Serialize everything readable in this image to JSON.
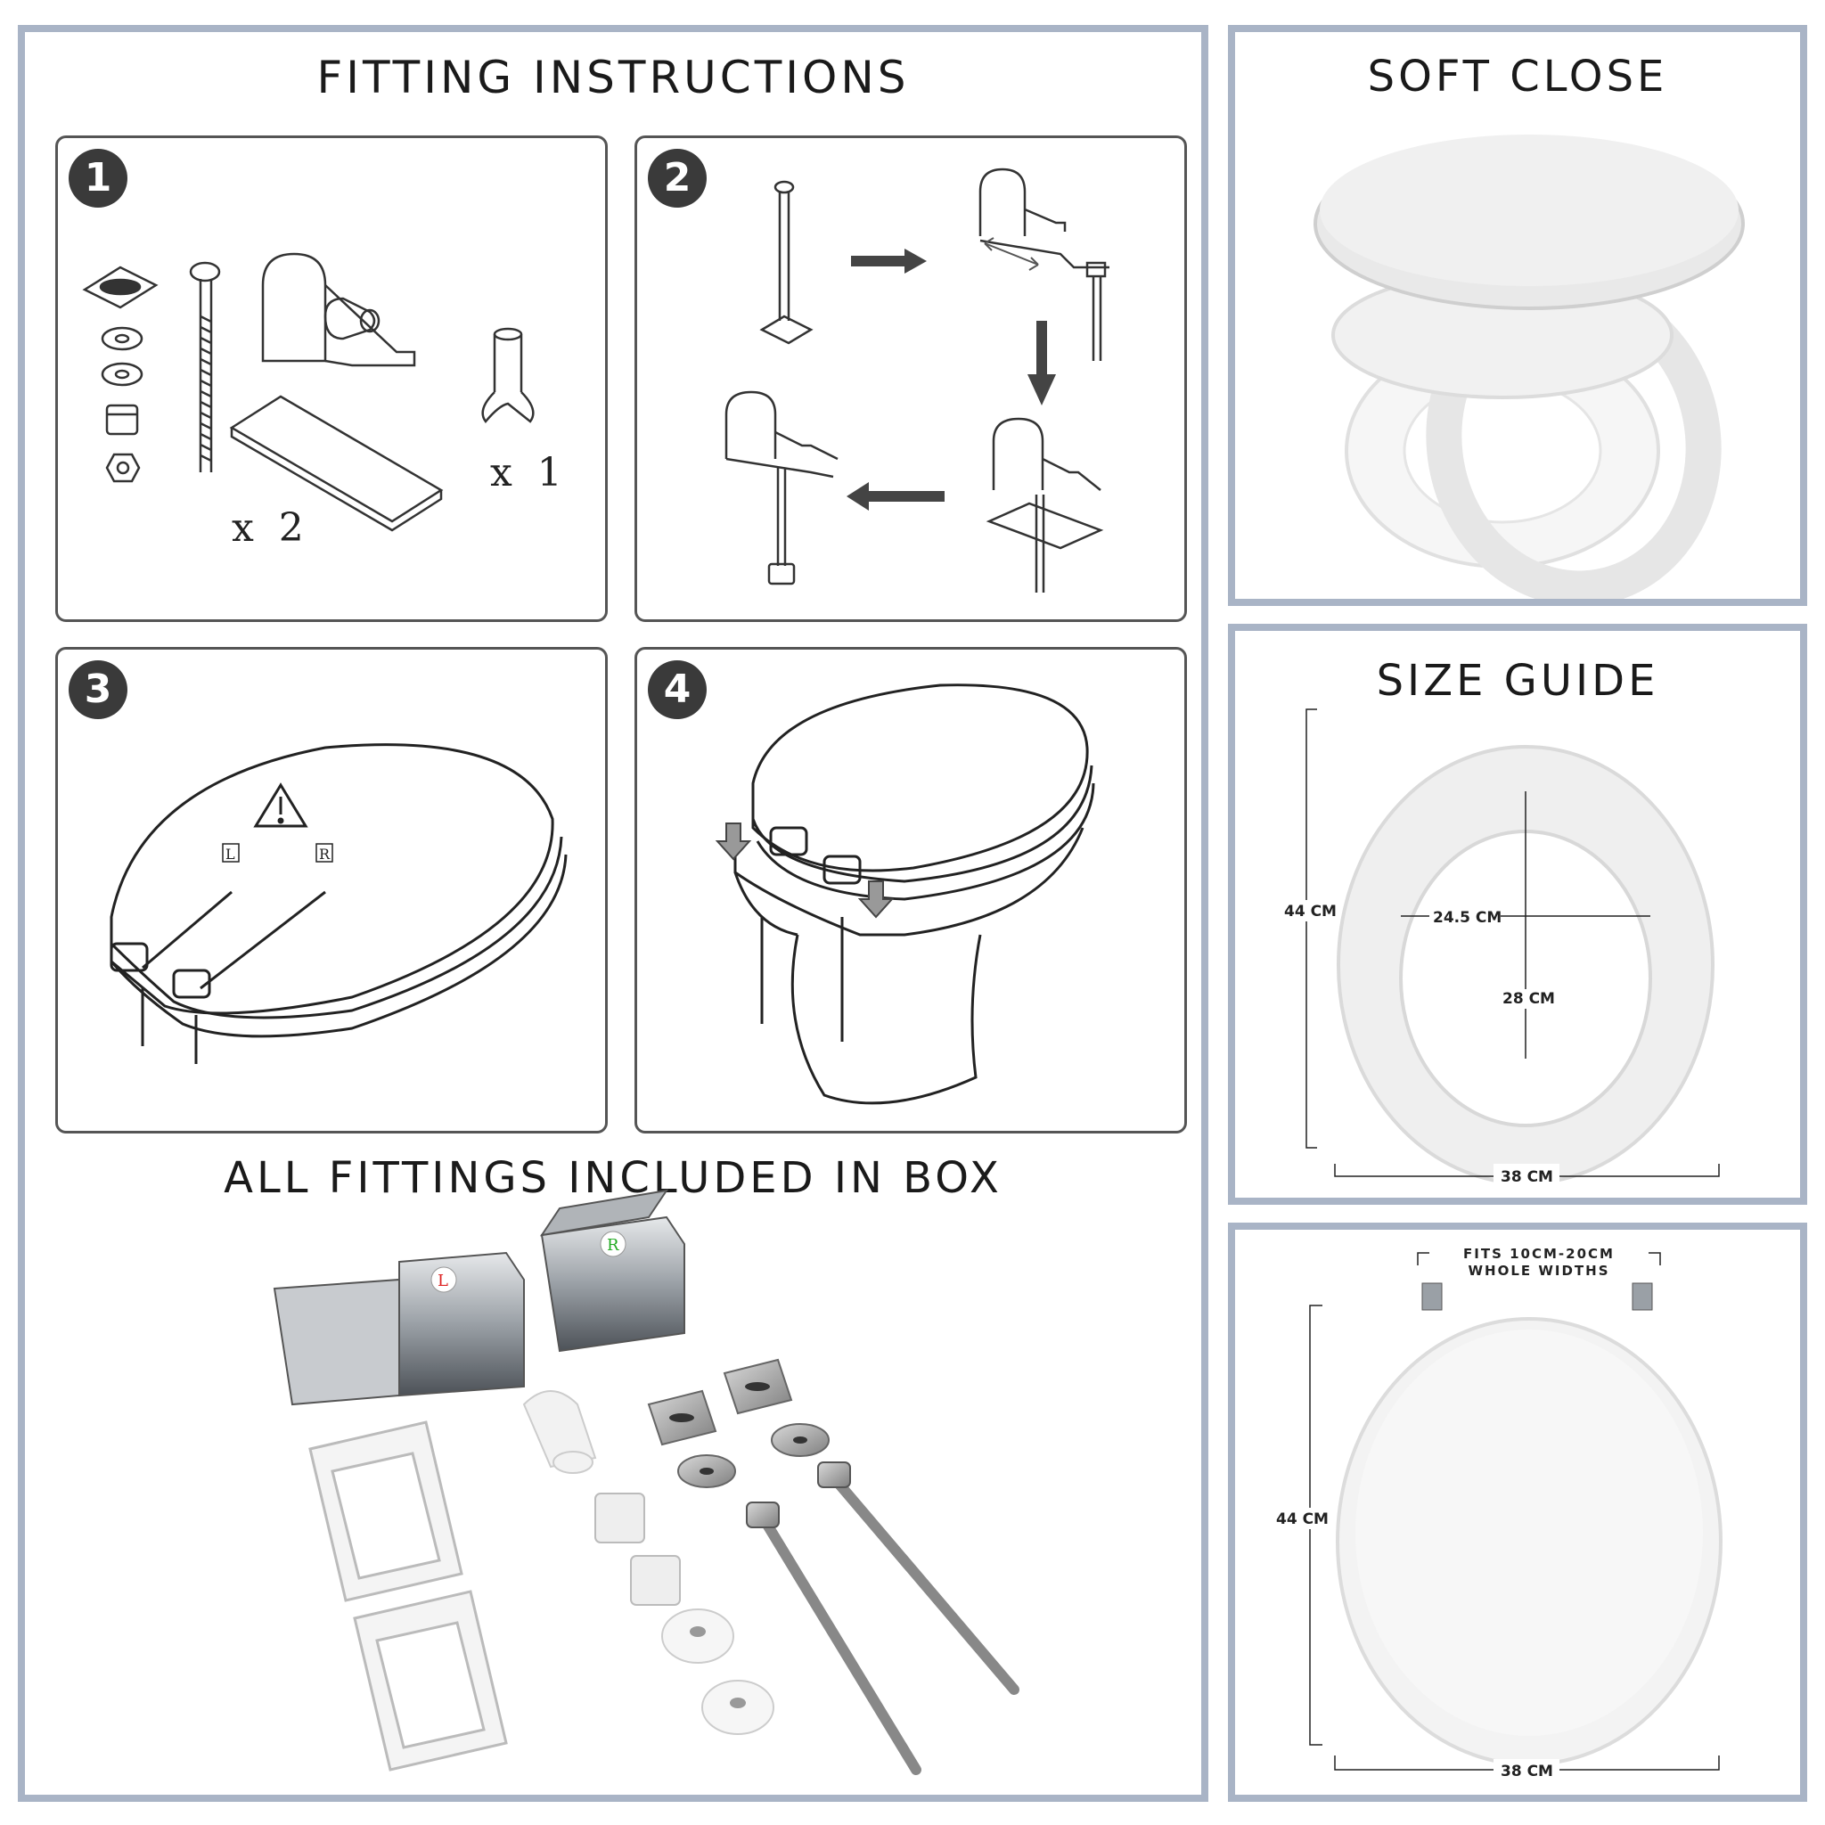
{
  "fitting": {
    "title": "FITTING INSTRUCTIONS",
    "steps": [
      {
        "number": "1",
        "qty_left": "x  2",
        "qty_right": "x  1"
      },
      {
        "number": "2"
      },
      {
        "number": "3",
        "label_left": "L",
        "label_right": "R"
      },
      {
        "number": "4"
      }
    ]
  },
  "included": {
    "title": "ALL FITTINGS INCLUDED IN BOX",
    "hinge_left_label": "L",
    "hinge_right_label": "R"
  },
  "soft_close": {
    "title": "SOFT CLOSE"
  },
  "size_guide": {
    "title": "SIZE GUIDE",
    "length": "44 CM",
    "width": "38 CM",
    "inner_width": "24.5 CM",
    "inner_length": "28 CM"
  },
  "widths": {
    "fits_line1": "FITS 10CM-20CM",
    "fits_line2": "WHOLE WIDTHS",
    "length": "44 CM",
    "width": "38 CM"
  },
  "colors": {
    "frame": "#a9b4c6",
    "badge": "#3a3a3a",
    "line": "#333333"
  }
}
